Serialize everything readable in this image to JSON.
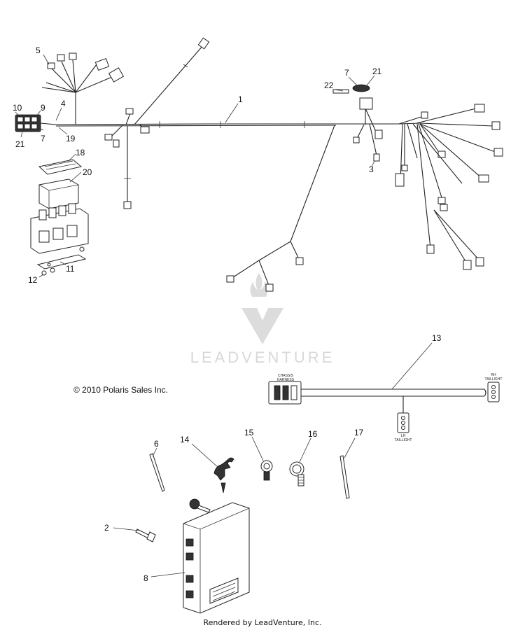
{
  "callouts": {
    "c1": "1",
    "c2": "2",
    "c3": "3",
    "c4": "4",
    "c5": "5",
    "c6": "6",
    "c7a": "7",
    "c7b": "7",
    "c8": "8",
    "c9": "9",
    "c10": "10",
    "c11": "11",
    "c12": "12",
    "c13": "13",
    "c14": "14",
    "c15": "15",
    "c16": "16",
    "c17": "17",
    "c18": "18",
    "c19": "19",
    "c20": "20",
    "c21a": "21",
    "c21b": "21",
    "c22": "22"
  },
  "harness13": {
    "chassis_label_1": "CHASSIS",
    "chassis_label_2": "HARNESS",
    "taillight_label_rh_1": "RH",
    "taillight_label_rh_2": "TAILLIGHT",
    "taillight_label_lh_1": "LH",
    "taillight_label_lh_2": "TAILLIGHT"
  },
  "watermark": {
    "brand": "LEADVENTURE"
  },
  "copyright": "© 2010 Polaris Sales Inc.",
  "footer": "Rendered by LeadVenture, Inc."
}
